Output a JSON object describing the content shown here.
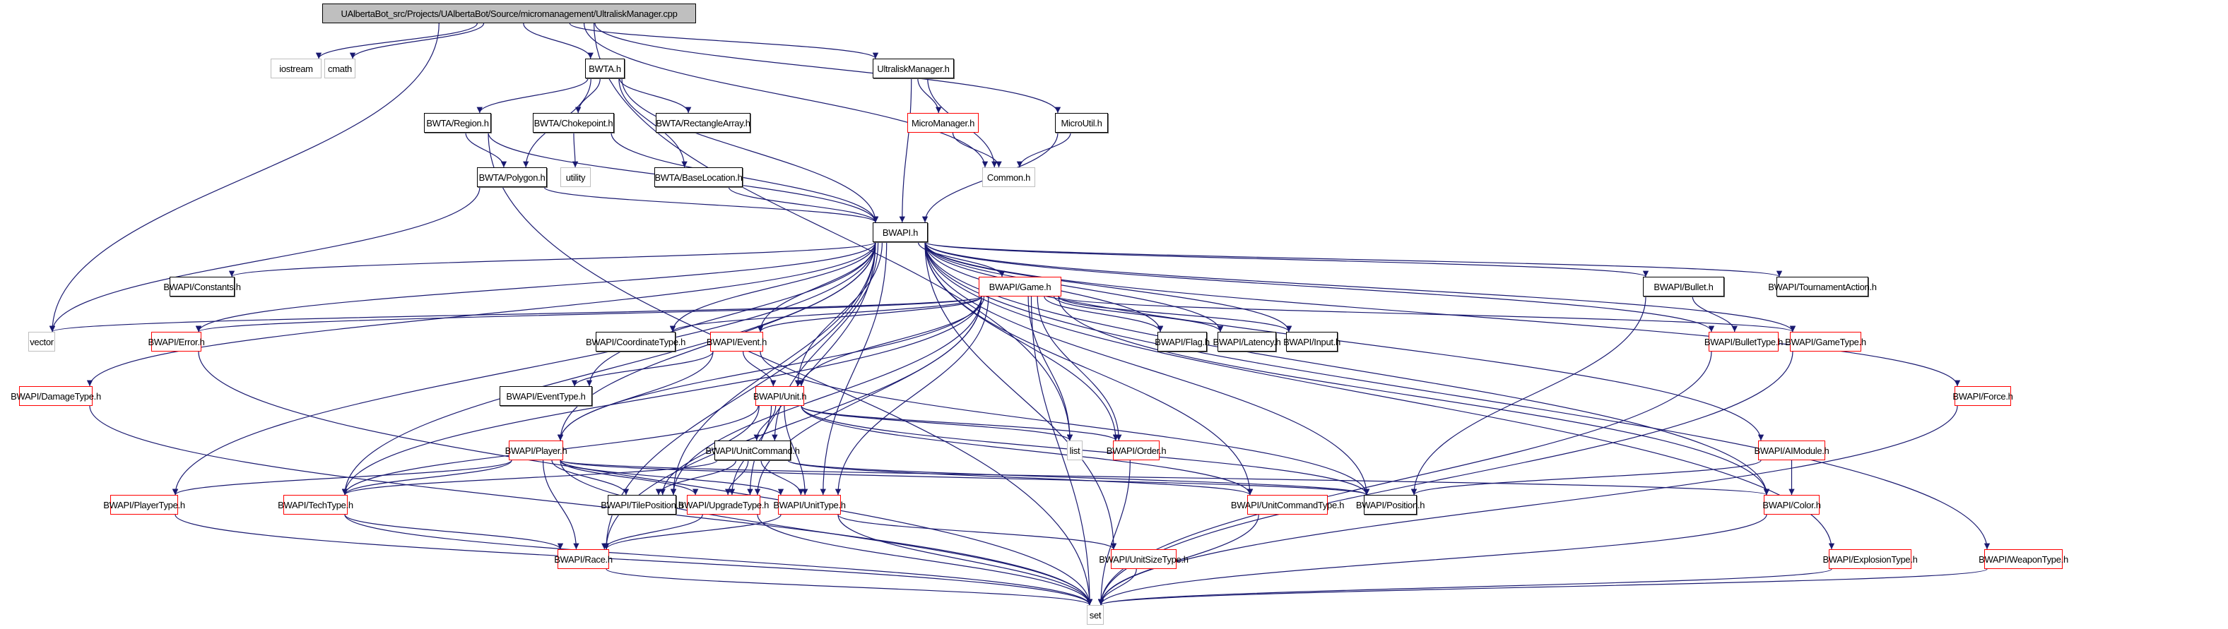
{
  "diagram": {
    "title": "UAlbertaBot_src/Projects/UAlbertaBot/Source/micromanagement/UltraliskManager.cpp",
    "colors": {
      "edge": "#191970",
      "documented_border": "#000000",
      "undocumented_border": "#ff0000",
      "external_border": "#bfbfbf",
      "root_fill": "#bfbfbf"
    },
    "nodes": [
      {
        "id": "root",
        "label": "UAlbertaBot_src/Projects/UAlbertaBot/Source/micromanagement/UltraliskManager.cpp",
        "kind": "root"
      },
      {
        "id": "iostream",
        "label": "iostream",
        "kind": "ext"
      },
      {
        "id": "cmath",
        "label": "cmath",
        "kind": "ext"
      },
      {
        "id": "bwta",
        "label": "BWTA.h",
        "kind": "doc"
      },
      {
        "id": "ultraliskmgr",
        "label": "UltraliskManager.h",
        "kind": "doc"
      },
      {
        "id": "region",
        "label": "BWTA/Region.h",
        "kind": "doc"
      },
      {
        "id": "chokepoint",
        "label": "BWTA/Chokepoint.h",
        "kind": "doc"
      },
      {
        "id": "rectarray",
        "label": "BWTA/RectangleArray.h",
        "kind": "doc"
      },
      {
        "id": "micromgr",
        "label": "MicroManager.h",
        "kind": "red"
      },
      {
        "id": "microutil",
        "label": "MicroUtil.h",
        "kind": "doc"
      },
      {
        "id": "polygon",
        "label": "BWTA/Polygon.h",
        "kind": "doc"
      },
      {
        "id": "utility",
        "label": "utility",
        "kind": "ext"
      },
      {
        "id": "baseloc",
        "label": "BWTA/BaseLocation.h",
        "kind": "doc"
      },
      {
        "id": "common",
        "label": "Common.h",
        "kind": "ext"
      },
      {
        "id": "bwapi",
        "label": "BWAPI.h",
        "kind": "doc"
      },
      {
        "id": "constants",
        "label": "BWAPI/Constants.h",
        "kind": "doc"
      },
      {
        "id": "game",
        "label": "BWAPI/Game.h",
        "kind": "red"
      },
      {
        "id": "bullet",
        "label": "BWAPI/Bullet.h",
        "kind": "doc"
      },
      {
        "id": "tournament",
        "label": "BWAPI/TournamentAction.h",
        "kind": "doc"
      },
      {
        "id": "vector",
        "label": "vector",
        "kind": "ext"
      },
      {
        "id": "error",
        "label": "BWAPI/Error.h",
        "kind": "red"
      },
      {
        "id": "coordtype",
        "label": "BWAPI/CoordinateType.h",
        "kind": "doc"
      },
      {
        "id": "event",
        "label": "BWAPI/Event.h",
        "kind": "red"
      },
      {
        "id": "flag",
        "label": "BWAPI/Flag.h",
        "kind": "doc"
      },
      {
        "id": "latency",
        "label": "BWAPI/Latency.h",
        "kind": "doc"
      },
      {
        "id": "input",
        "label": "BWAPI/Input.h",
        "kind": "doc"
      },
      {
        "id": "bullettype",
        "label": "BWAPI/BulletType.h",
        "kind": "red"
      },
      {
        "id": "gametype",
        "label": "BWAPI/GameType.h",
        "kind": "red"
      },
      {
        "id": "damagetype",
        "label": "BWAPI/DamageType.h",
        "kind": "red"
      },
      {
        "id": "eventtype",
        "label": "BWAPI/EventType.h",
        "kind": "doc"
      },
      {
        "id": "unit",
        "label": "BWAPI/Unit.h",
        "kind": "red"
      },
      {
        "id": "force",
        "label": "BWAPI/Force.h",
        "kind": "red"
      },
      {
        "id": "player",
        "label": "BWAPI/Player.h",
        "kind": "red"
      },
      {
        "id": "unitcommand",
        "label": "BWAPI/UnitCommand.h",
        "kind": "doc"
      },
      {
        "id": "list",
        "label": "list",
        "kind": "ext"
      },
      {
        "id": "order",
        "label": "BWAPI/Order.h",
        "kind": "red"
      },
      {
        "id": "aimodule",
        "label": "BWAPI/AIModule.h",
        "kind": "red"
      },
      {
        "id": "playertype",
        "label": "BWAPI/PlayerType.h",
        "kind": "red"
      },
      {
        "id": "techtype",
        "label": "BWAPI/TechType.h",
        "kind": "red"
      },
      {
        "id": "tileposition",
        "label": "BWAPI/TilePosition.h",
        "kind": "doc"
      },
      {
        "id": "upgradetype",
        "label": "BWAPI/UpgradeType.h",
        "kind": "red"
      },
      {
        "id": "unittype",
        "label": "BWAPI/UnitType.h",
        "kind": "red"
      },
      {
        "id": "unitcommandtype",
        "label": "BWAPI/UnitCommandType.h",
        "kind": "red"
      },
      {
        "id": "position",
        "label": "BWAPI/Position.h",
        "kind": "doc"
      },
      {
        "id": "color",
        "label": "BWAPI/Color.h",
        "kind": "red"
      },
      {
        "id": "race",
        "label": "BWAPI/Race.h",
        "kind": "red"
      },
      {
        "id": "unitsizetype",
        "label": "BWAPI/UnitSizeType.h",
        "kind": "red"
      },
      {
        "id": "explosiontype",
        "label": "BWAPI/ExplosionType.h",
        "kind": "red"
      },
      {
        "id": "weapontype",
        "label": "BWAPI/WeaponType.h",
        "kind": "red"
      },
      {
        "id": "set",
        "label": "set",
        "kind": "ext"
      }
    ],
    "edges": [
      [
        "root",
        "iostream"
      ],
      [
        "root",
        "cmath"
      ],
      [
        "root",
        "bwta"
      ],
      [
        "root",
        "ultraliskmgr"
      ],
      [
        "root",
        "common"
      ],
      [
        "root",
        "microutil"
      ],
      [
        "root",
        "vector"
      ],
      [
        "root",
        "list"
      ],
      [
        "bwta",
        "region"
      ],
      [
        "bwta",
        "chokepoint"
      ],
      [
        "bwta",
        "rectarray"
      ],
      [
        "bwta",
        "polygon"
      ],
      [
        "bwta",
        "baseloc"
      ],
      [
        "bwta",
        "bwapi"
      ],
      [
        "ultraliskmgr",
        "micromgr"
      ],
      [
        "ultraliskmgr",
        "common"
      ],
      [
        "ultraliskmgr",
        "bwapi"
      ],
      [
        "micromgr",
        "common"
      ],
      [
        "microutil",
        "common"
      ],
      [
        "microutil",
        "bwapi"
      ],
      [
        "region",
        "polygon"
      ],
      [
        "region",
        "bwapi"
      ],
      [
        "region",
        "set"
      ],
      [
        "chokepoint",
        "utility"
      ],
      [
        "chokepoint",
        "bwapi"
      ],
      [
        "polygon",
        "vector"
      ],
      [
        "polygon",
        "bwapi"
      ],
      [
        "baseloc",
        "bwapi"
      ],
      [
        "bwapi",
        "constants"
      ],
      [
        "bwapi",
        "game"
      ],
      [
        "bwapi",
        "bullet"
      ],
      [
        "bwapi",
        "tournament"
      ],
      [
        "bwapi",
        "error"
      ],
      [
        "bwapi",
        "coordtype"
      ],
      [
        "bwapi",
        "event"
      ],
      [
        "bwapi",
        "flag"
      ],
      [
        "bwapi",
        "latency"
      ],
      [
        "bwapi",
        "input"
      ],
      [
        "bwapi",
        "bullettype"
      ],
      [
        "bwapi",
        "gametype"
      ],
      [
        "bwapi",
        "damagetype"
      ],
      [
        "bwapi",
        "eventtype"
      ],
      [
        "bwapi",
        "unit"
      ],
      [
        "bwapi",
        "force"
      ],
      [
        "bwapi",
        "player"
      ],
      [
        "bwapi",
        "unitcommand"
      ],
      [
        "bwapi",
        "order"
      ],
      [
        "bwapi",
        "aimodule"
      ],
      [
        "bwapi",
        "playertype"
      ],
      [
        "bwapi",
        "techtype"
      ],
      [
        "bwapi",
        "tileposition"
      ],
      [
        "bwapi",
        "upgradetype"
      ],
      [
        "bwapi",
        "unittype"
      ],
      [
        "bwapi",
        "unitcommandtype"
      ],
      [
        "bwapi",
        "position"
      ],
      [
        "bwapi",
        "color"
      ],
      [
        "bwapi",
        "race"
      ],
      [
        "bwapi",
        "unitsizetype"
      ],
      [
        "bwapi",
        "explosiontype"
      ],
      [
        "bwapi",
        "weapontype"
      ],
      [
        "game",
        "vector"
      ],
      [
        "game",
        "error"
      ],
      [
        "game",
        "coordtype"
      ],
      [
        "game",
        "event"
      ],
      [
        "game",
        "flag"
      ],
      [
        "game",
        "latency"
      ],
      [
        "game",
        "input"
      ],
      [
        "game",
        "gametype"
      ],
      [
        "game",
        "unit"
      ],
      [
        "game",
        "player"
      ],
      [
        "game",
        "list"
      ],
      [
        "game",
        "order"
      ],
      [
        "game",
        "techtype"
      ],
      [
        "game",
        "tileposition"
      ],
      [
        "game",
        "upgradetype"
      ],
      [
        "game",
        "unittype"
      ],
      [
        "game",
        "race"
      ],
      [
        "game",
        "color"
      ],
      [
        "game",
        "set"
      ],
      [
        "event",
        "eventtype"
      ],
      [
        "event",
        "unit"
      ],
      [
        "event",
        "player"
      ],
      [
        "event",
        "position"
      ],
      [
        "unit",
        "list"
      ],
      [
        "unit",
        "order"
      ],
      [
        "unit",
        "unitcommand"
      ],
      [
        "unit",
        "techtype"
      ],
      [
        "unit",
        "tileposition"
      ],
      [
        "unit",
        "upgradetype"
      ],
      [
        "unit",
        "unittype"
      ],
      [
        "unit",
        "position"
      ],
      [
        "unit",
        "unitcommandtype"
      ],
      [
        "unitcommand",
        "techtype"
      ],
      [
        "unitcommand",
        "tileposition"
      ],
      [
        "unitcommand",
        "upgradetype"
      ],
      [
        "unitcommand",
        "unittype"
      ],
      [
        "unitcommand",
        "position"
      ],
      [
        "unitcommand",
        "unitcommandtype"
      ],
      [
        "player",
        "playertype"
      ],
      [
        "player",
        "techtype"
      ],
      [
        "player",
        "race"
      ],
      [
        "player",
        "tileposition"
      ],
      [
        "player",
        "upgradetype"
      ],
      [
        "player",
        "unittype"
      ],
      [
        "player",
        "position"
      ],
      [
        "player",
        "color"
      ],
      [
        "player",
        "set"
      ],
      [
        "bullet",
        "bullettype"
      ],
      [
        "bullet",
        "position"
      ],
      [
        "aimodule",
        "position"
      ],
      [
        "aimodule",
        "color"
      ],
      [
        "techtype",
        "race"
      ],
      [
        "techtype",
        "set"
      ],
      [
        "upgradetype",
        "race"
      ],
      [
        "upgradetype",
        "set"
      ],
      [
        "unittype",
        "race"
      ],
      [
        "unittype",
        "unitsizetype"
      ],
      [
        "unittype",
        "set"
      ],
      [
        "race",
        "set"
      ],
      [
        "order",
        "set"
      ],
      [
        "unitsizetype",
        "set"
      ],
      [
        "unitcommandtype",
        "set"
      ],
      [
        "color",
        "set"
      ],
      [
        "playertype",
        "set"
      ],
      [
        "damagetype",
        "set"
      ],
      [
        "error",
        "set"
      ],
      [
        "bullettype",
        "set"
      ],
      [
        "gametype",
        "set"
      ],
      [
        "explosiontype",
        "set"
      ],
      [
        "weapontype",
        "set"
      ],
      [
        "force",
        "set"
      ]
    ]
  }
}
